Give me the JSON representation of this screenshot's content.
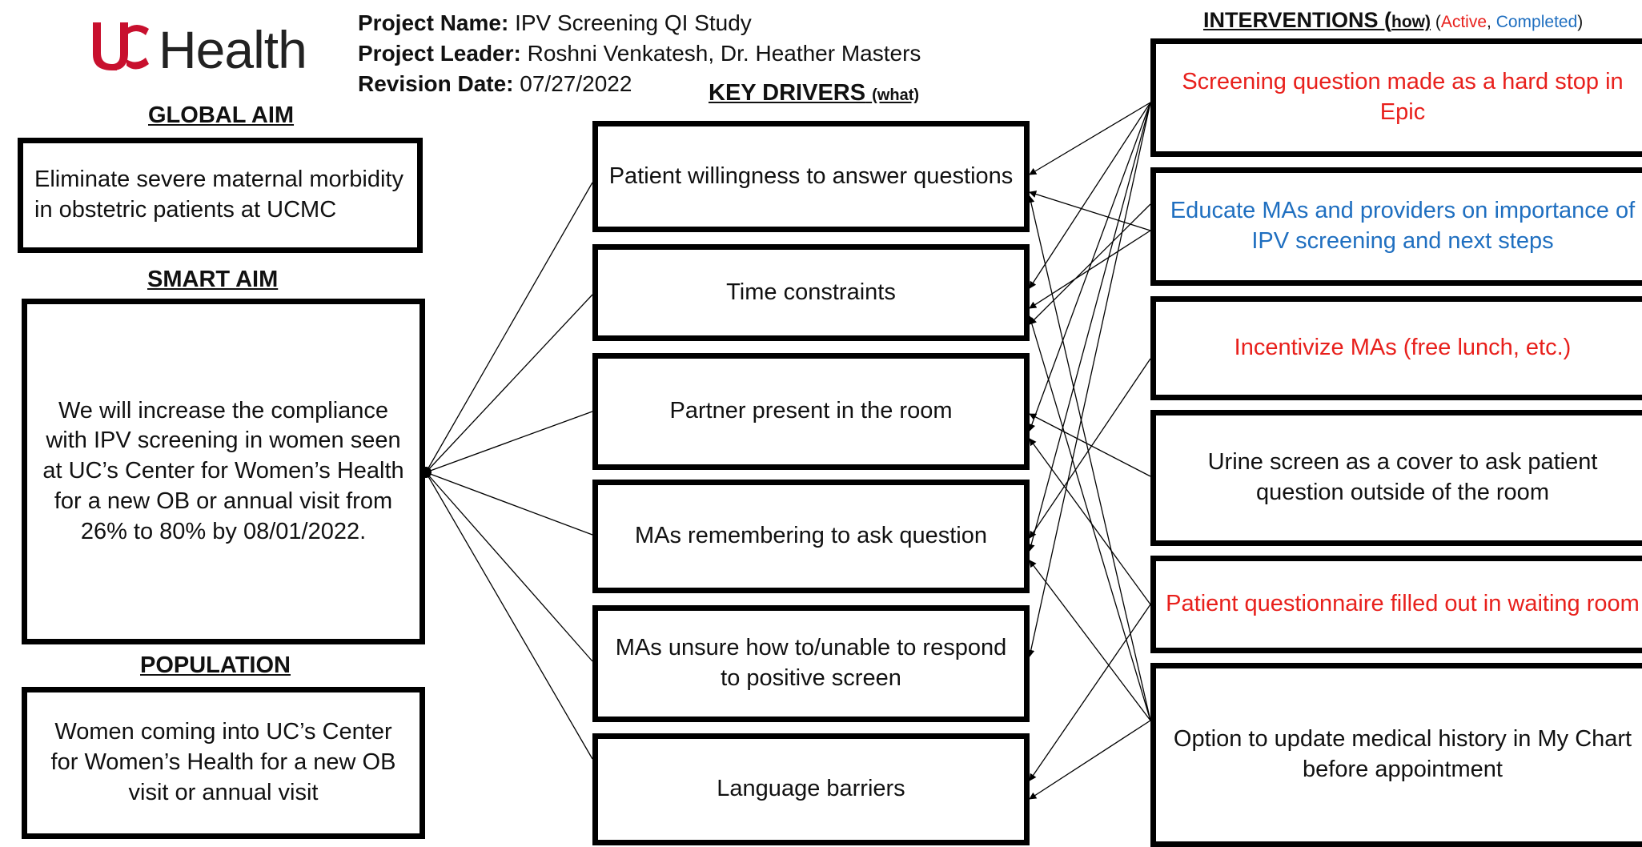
{
  "logo": {
    "text": "Health"
  },
  "project": {
    "name_label": "Project Name:",
    "name_value": "IPV Screening QI Study",
    "leader_label": "Project Leader:",
    "leader_value": "Roshni Venkatesh, Dr. Heather Masters",
    "revision_label": "Revision Date:",
    "revision_value": "07/27/2022"
  },
  "global_aim": {
    "heading": "GLOBAL AIM",
    "text": "Eliminate severe maternal morbidity in obstetric patients at UCMC"
  },
  "smart_aim": {
    "heading": "SMART AIM",
    "text": "We will increase the compliance with IPV screening in women seen at UC’s Center for Women’s Health for a new OB or annual visit from 26% to 80% by 08/01/2022."
  },
  "population": {
    "heading": "POPULATION",
    "text": "Women coming into UC’s Center for Women’s Health for a new OB visit or annual visit"
  },
  "key_drivers": {
    "heading": "KEY DRIVERS",
    "heading_suffix": "(what)",
    "items": [
      "Patient willingness to answer questions",
      "Time constraints",
      "Partner present in the room",
      "MAs remembering to ask question",
      "MAs unsure how to/unable to respond to positive screen",
      "Language barriers"
    ]
  },
  "interventions": {
    "heading": "INTERVENTIONS (",
    "heading_how": "how)",
    "legend_open": " (",
    "legend_active": "Active",
    "legend_sep": ", ",
    "legend_completed": "Completed",
    "legend_close": ")",
    "items": [
      {
        "text": "Screening question made as a hard stop in Epic",
        "status": "active",
        "color": "#e8201c"
      },
      {
        "text": "Educate MAs and providers on importance of IPV screening and next steps",
        "status": "completed",
        "color": "#1f6fc0"
      },
      {
        "text": "Incentivize MAs (free lunch, etc.)",
        "status": "active",
        "color": "#e8201c"
      },
      {
        "text": "Urine screen as a cover to ask patient question outside of the room",
        "status": "none",
        "color": "#111111"
      },
      {
        "text": "Patient questionnaire filled out in waiting room",
        "status": "active",
        "color": "#e8201c"
      },
      {
        "text": "Option to update medical history in My Chart before appointment",
        "status": "none",
        "color": "#111111"
      }
    ]
  },
  "colors": {
    "active": "#e8201c",
    "completed": "#1f6fc0",
    "brand": "#c8102e"
  }
}
